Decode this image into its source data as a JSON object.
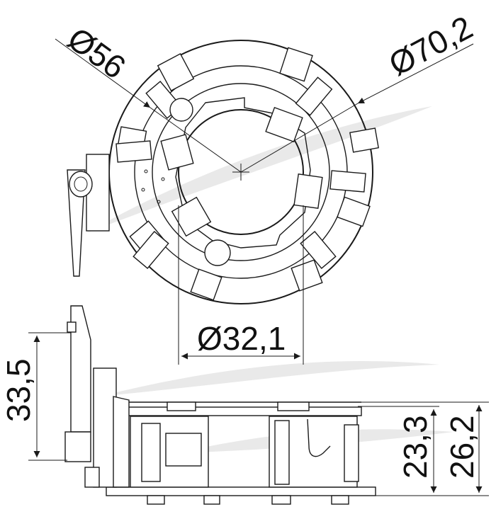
{
  "dimensions": {
    "outer_diameter": "Ø70,2",
    "inner_ring_diameter": "Ø56",
    "bore_diameter": "Ø32,1",
    "side_height_left": "33,5",
    "body_height": "23,3",
    "total_height": "26,2"
  },
  "colors": {
    "line": "#1a1a1a",
    "watermark": "#e9e9e9"
  }
}
